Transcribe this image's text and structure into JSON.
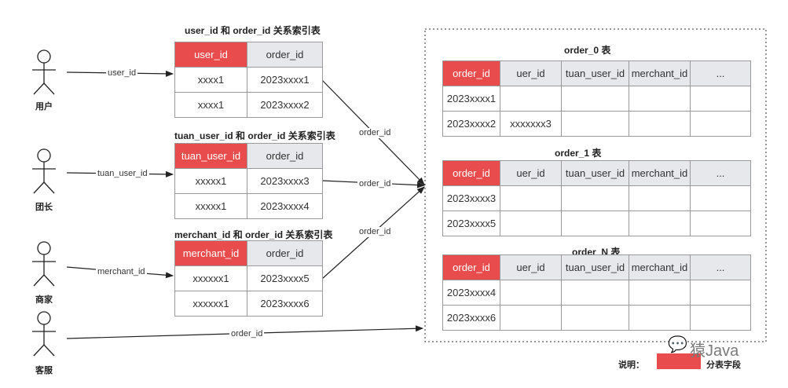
{
  "actors": [
    {
      "id": "user",
      "label": "用户"
    },
    {
      "id": "tuan",
      "label": "团长"
    },
    {
      "id": "merchant",
      "label": "商家"
    },
    {
      "id": "service",
      "label": "客服"
    }
  ],
  "index_tables": [
    {
      "title": "user_id 和 order_id 关系索引表",
      "headers": [
        "user_id",
        "order_id"
      ],
      "rows": [
        [
          "xxxx1",
          "2023xxxx1"
        ],
        [
          "xxxx1",
          "2023xxxx2"
        ]
      ]
    },
    {
      "title": "tuan_user_id 和 order_id 关系索引表",
      "headers": [
        "tuan_user_id",
        "order_id"
      ],
      "rows": [
        [
          "xxxxx1",
          "2023xxxx3"
        ],
        [
          "xxxxx1",
          "2023xxxx4"
        ]
      ]
    },
    {
      "title": "merchant_id 和 order_id 关系索引表",
      "headers": [
        "merchant_id",
        "order_id"
      ],
      "rows": [
        [
          "xxxxxx1",
          "2023xxxx5"
        ],
        [
          "xxxxxx1",
          "2023xxxx6"
        ]
      ]
    }
  ],
  "order_tables": [
    {
      "title": "order_0 表",
      "headers": [
        "order_id",
        "uer_id",
        "tuan_user_id",
        "merchant_id",
        "..."
      ],
      "rows": [
        [
          "2023xxxx1",
          "",
          "",
          "",
          ""
        ],
        [
          "2023xxxx2",
          "xxxxxxx3",
          "",
          "",
          ""
        ]
      ]
    },
    {
      "title": "order_1 表",
      "headers": [
        "order_id",
        "uer_id",
        "tuan_user_id",
        "merchant_id",
        "..."
      ],
      "rows": [
        [
          "2023xxxx3",
          "",
          "",
          "",
          ""
        ],
        [
          "2023xxxx5",
          "",
          "",
          "",
          ""
        ]
      ]
    },
    {
      "title": "order_N 表",
      "headers": [
        "order_id",
        "uer_id",
        "tuan_user_id",
        "merchant_id",
        "..."
      ],
      "rows": [
        [
          "2023xxxx4",
          "",
          "",
          "",
          ""
        ],
        [
          "2023xxxx6",
          "",
          "",
          "",
          ""
        ]
      ]
    }
  ],
  "edge_labels": {
    "user": "user_id",
    "tuan": "tuan_user_id",
    "merchant": "merchant_id",
    "service": "order_id",
    "idx0": "order_id",
    "idx1": "order_id",
    "idx2": "order_id"
  },
  "legend": {
    "prefix": "说明：",
    "label": "分表字段"
  },
  "watermark": {
    "text": "猿Java",
    "icon": "wechat-icon"
  },
  "colors": {
    "shard_key": "#e84c4c",
    "header": "#e6e8eb",
    "line": "#222222",
    "border": "#9a9a9a"
  }
}
